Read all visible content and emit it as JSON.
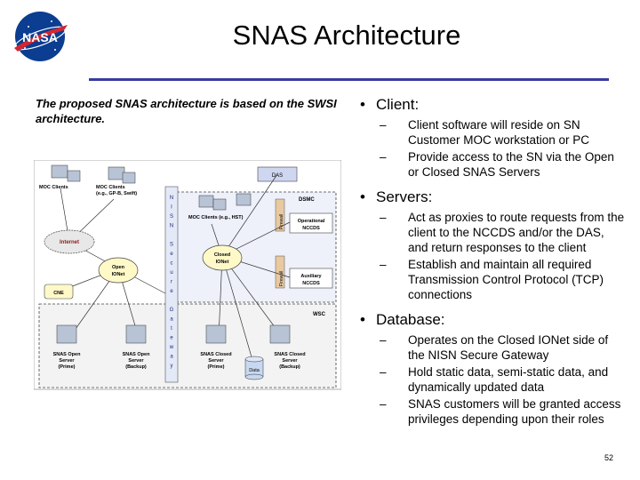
{
  "header": {
    "title": "SNAS Architecture",
    "logo_text": "NASA"
  },
  "intro": "The proposed SNAS architecture is based on the SWSI architecture.",
  "diagram": {
    "das": "DAS",
    "dsmc": "DSMC",
    "firewall": "Firewall",
    "operational_nccds": [
      "Operational",
      "NCCDS"
    ],
    "auxiliary_nccds": [
      "Auxiliary",
      "NCCDS"
    ],
    "moc_clients": "MOC Clients",
    "moc_clients_gpb": [
      "MOC Clients",
      "(e.g., GP-B, Swift)"
    ],
    "moc_clients_hst": "MOC Clients (e.g., HST)",
    "internet": "Internet",
    "open_ionet": [
      "Open",
      "IONet"
    ],
    "closed_ionet": [
      "Closed",
      "IONet"
    ],
    "cnE": "CNE",
    "gateway_letters": [
      "N",
      "I",
      "S",
      "N",
      "",
      "S",
      "e",
      "c",
      "u",
      "r",
      "e",
      "",
      "G",
      "a",
      "t",
      "e",
      "w",
      "a",
      "y"
    ],
    "wsc": "WSC",
    "servers": [
      [
        "SNAS Open",
        "Server",
        "(Prime)"
      ],
      [
        "SNAS Open",
        "Server",
        "(Backup)"
      ],
      [
        "SNAS Closed",
        "Server",
        "(Prime)"
      ],
      [
        "SNAS Closed",
        "Server",
        "(Backup)"
      ]
    ],
    "data": "Data"
  },
  "bullets": [
    {
      "label": "Client:",
      "subs": [
        "Client software will reside on SN Customer MOC workstation or PC",
        "Provide access to the SN via the Open or Closed SNAS Servers"
      ]
    },
    {
      "label": "Servers:",
      "subs": [
        "Act as proxies to route requests from the client to the NCCDS and/or the DAS, and return responses to the client",
        "Establish and maintain all required Transmission Control Protocol (TCP) connections"
      ]
    },
    {
      "label": "Database:",
      "subs": [
        "Operates on the Closed IONet side of the NISN Secure Gateway",
        "Hold static data, semi-static data, and dynamically updated data",
        "SNAS customers will be granted access privileges depending upon their roles"
      ]
    }
  ],
  "page_number": "52",
  "colors": {
    "nasa_blue": "#0b3d91",
    "nasa_red": "#d22630",
    "rule": "#3a3aa0"
  }
}
